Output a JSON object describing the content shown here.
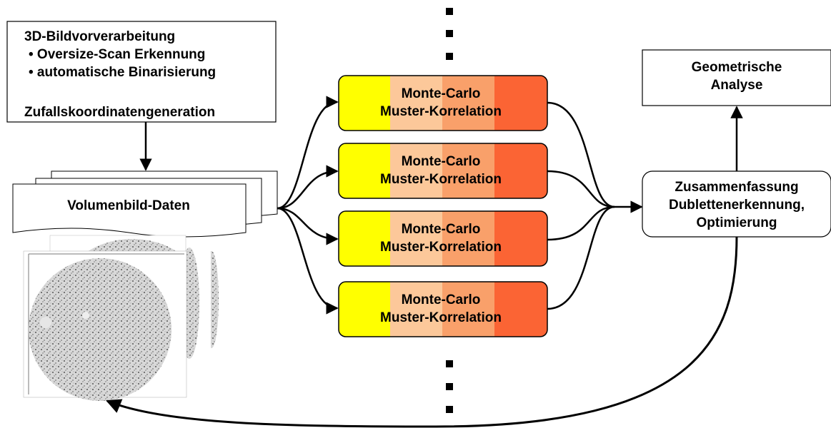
{
  "preprocess": {
    "title": "3D-Bildvorverarbeitung",
    "bullet_1": "•  Oversize-Scan Erkennung",
    "bullet_2": "•  automatische Binarisierung",
    "footer": "Zufallskoordinatengeneration"
  },
  "volume": {
    "label": "Volumenbild-Daten"
  },
  "mc_blocks": [
    {
      "line1": "Monte-Carlo",
      "line2": "Muster-Korrelation"
    },
    {
      "line1": "Monte-Carlo",
      "line2": "Muster-Korrelation"
    },
    {
      "line1": "Monte-Carlo",
      "line2": "Muster-Korrelation"
    },
    {
      "line1": "Monte-Carlo",
      "line2": "Muster-Korrelation"
    }
  ],
  "summary": {
    "line1": "Zusammenfassung",
    "line2": "Dublettenerkennung,",
    "line3": "Optimierung"
  },
  "geometry": {
    "line1": "Geometrische",
    "line2": "Analyse"
  },
  "colors": {
    "segment_1": "#ffff00",
    "segment_2": "#fcc89a",
    "segment_3": "#f9a06a",
    "segment_4": "#fb6434"
  }
}
